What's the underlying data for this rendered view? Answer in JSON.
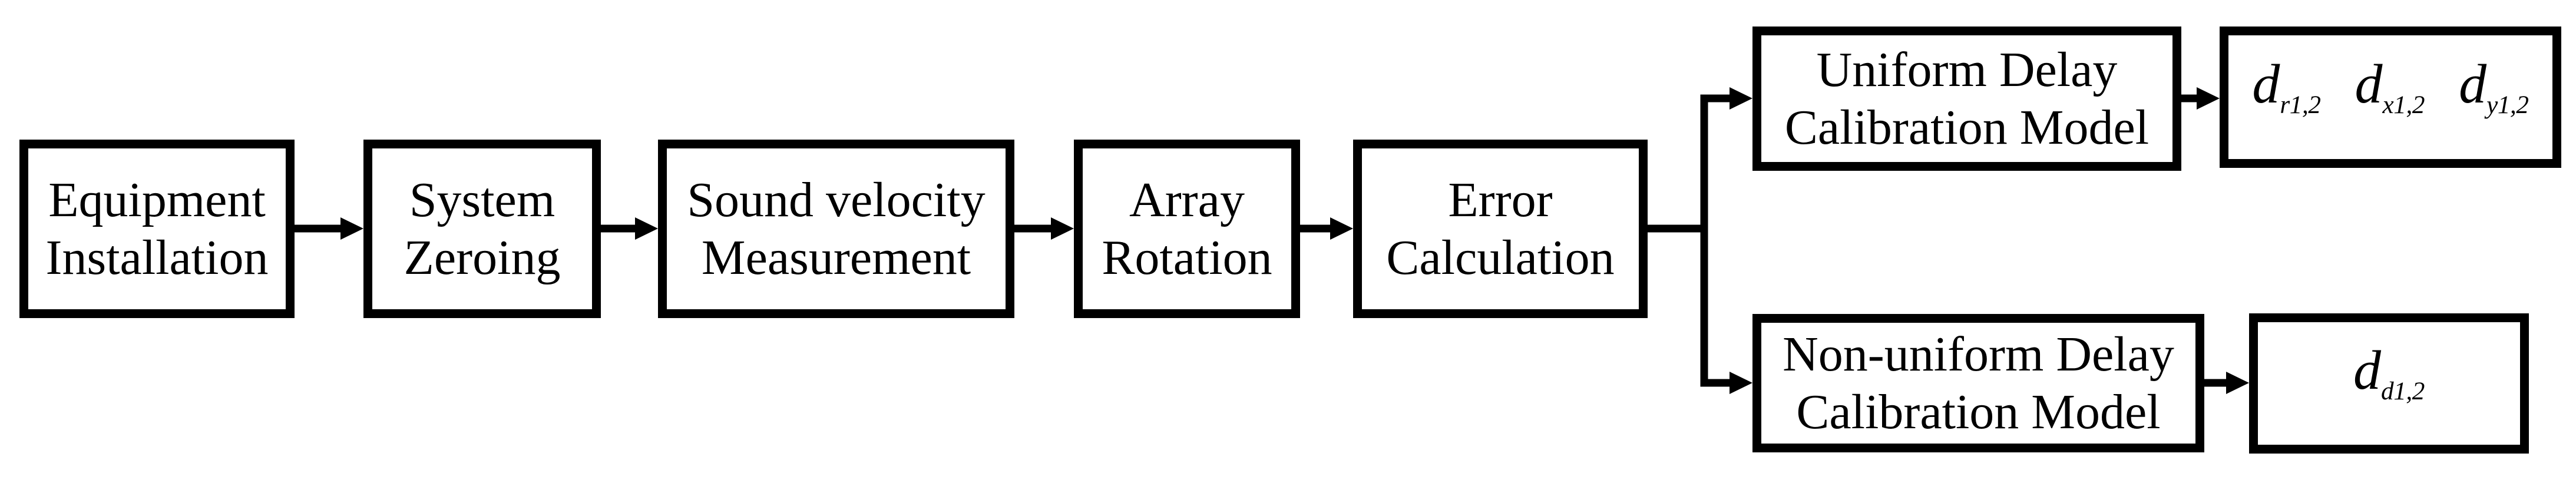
{
  "colors": {
    "background": "#ffffff",
    "line": "#000000",
    "text": "#000000"
  },
  "flow": {
    "steps": [
      {
        "id": "equipment-installation",
        "lines": [
          "Equipment",
          "Installation"
        ]
      },
      {
        "id": "system-zeroing",
        "lines": [
          "System",
          "Zeroing"
        ]
      },
      {
        "id": "sound-velocity",
        "lines": [
          "Sound velocity",
          "Measurement"
        ]
      },
      {
        "id": "array-rotation",
        "lines": [
          "Array",
          "Rotation"
        ]
      },
      {
        "id": "error-calculation",
        "lines": [
          "Error",
          "Calculation"
        ]
      }
    ],
    "branches": [
      {
        "id": "uniform-delay",
        "lines": [
          "Uniform Delay",
          "Calibration Model"
        ],
        "outputs": [
          {
            "base": "d",
            "sub": "r1,2"
          },
          {
            "base": "d",
            "sub": "x1,2"
          },
          {
            "base": "d",
            "sub": "y1,2"
          }
        ]
      },
      {
        "id": "non-uniform-delay",
        "lines": [
          "Non-uniform Delay",
          "Calibration Model"
        ],
        "outputs": [
          {
            "base": "d",
            "sub": "d1,2"
          }
        ]
      }
    ]
  }
}
